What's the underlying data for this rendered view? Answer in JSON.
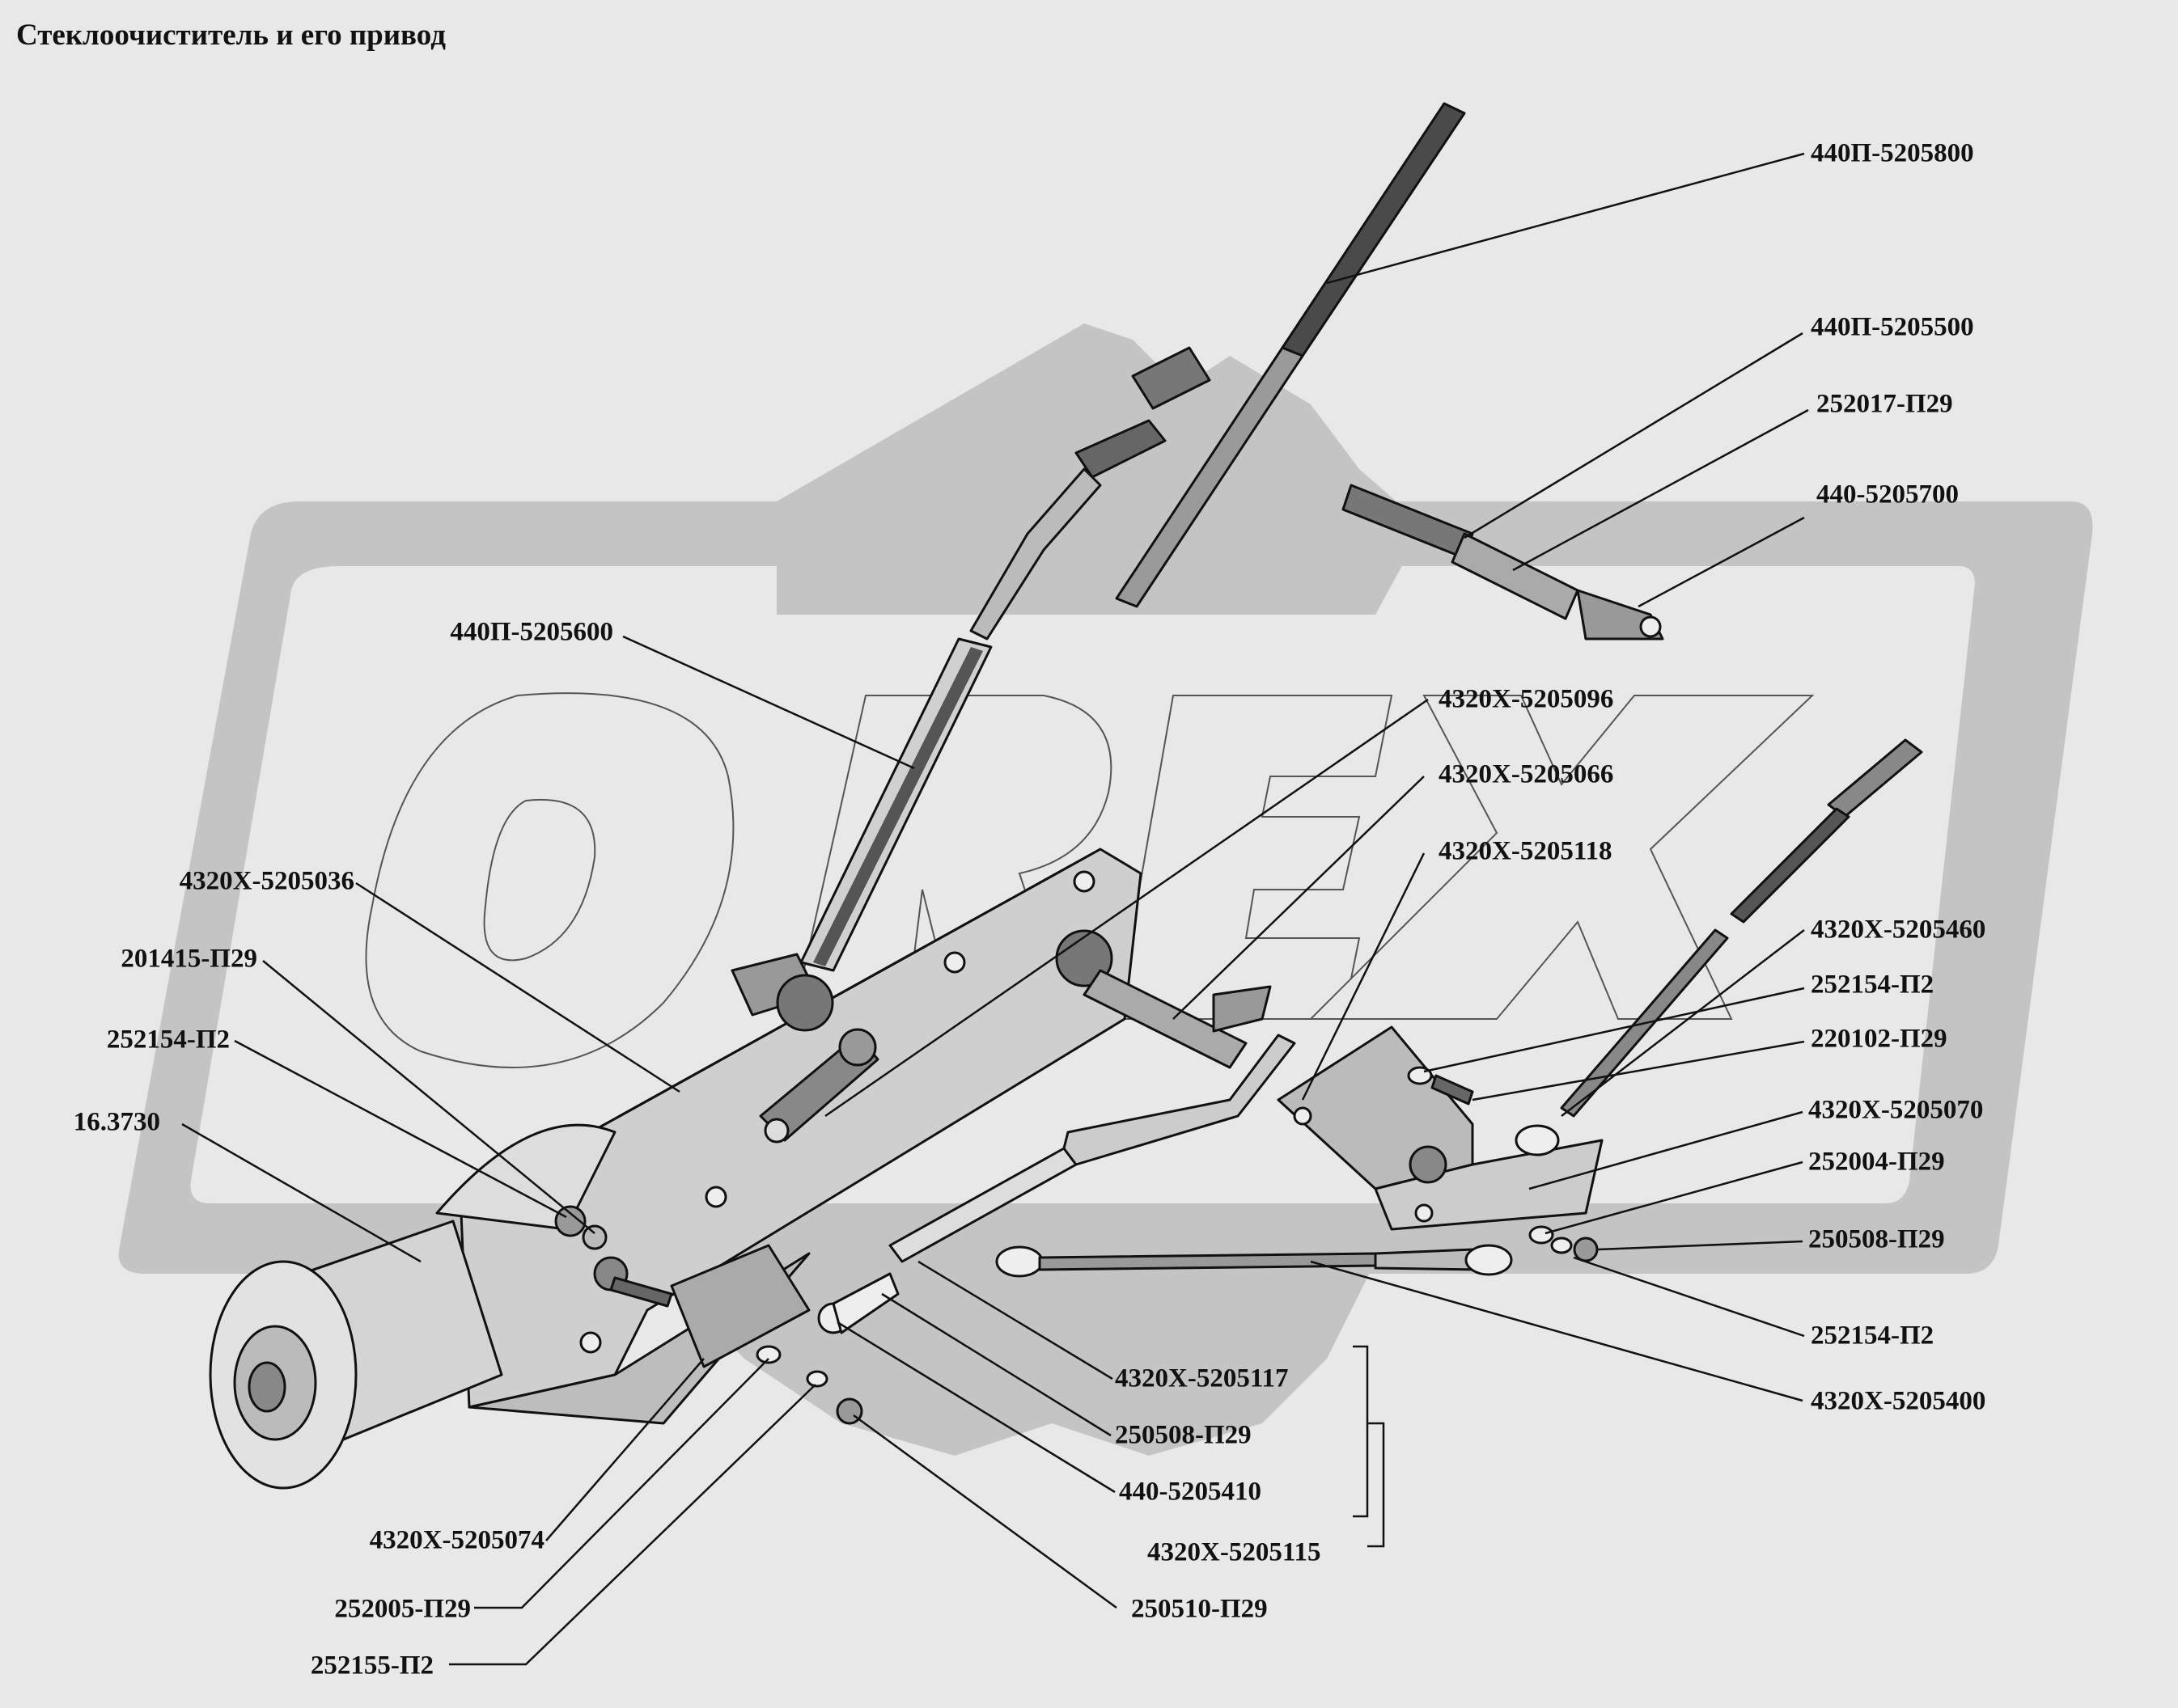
{
  "title": "Стеклоочиститель и его привод",
  "watermark": "OREX",
  "colors": {
    "background": "#e8e8e8",
    "watermark": "#c4c4c4",
    "ink": "#111111",
    "part_fill": "#f2f2f2"
  },
  "labels": {
    "p1": "440П-5205800",
    "p2": "440П-5205500",
    "p3": "252017-П29",
    "p4": "440-5205700",
    "p5": "440П-5205600",
    "p6": "4320Х-5205096",
    "p7": "4320Х-5205066",
    "p8": "4320Х-5205118",
    "p9": "4320Х-5205036",
    "p10": "201415-П29",
    "p11": "252154-П2",
    "p12": "16.3730",
    "p13": "4320Х-5205460",
    "p14": "252154-П2",
    "p15": "220102-П29",
    "p16": "4320Х-5205070",
    "p17": "252004-П29",
    "p18": "250508-П29",
    "p19": "252154-П2",
    "p20": "4320Х-5205400",
    "p21": "4320Х-5205117",
    "p22": "250508-П29",
    "p23": "440-5205410",
    "p24": "4320Х-5205115",
    "p25": "4320Х-5205074",
    "p26": "252005-П29",
    "p27": "252155-П2",
    "p28": "250510-П29"
  }
}
